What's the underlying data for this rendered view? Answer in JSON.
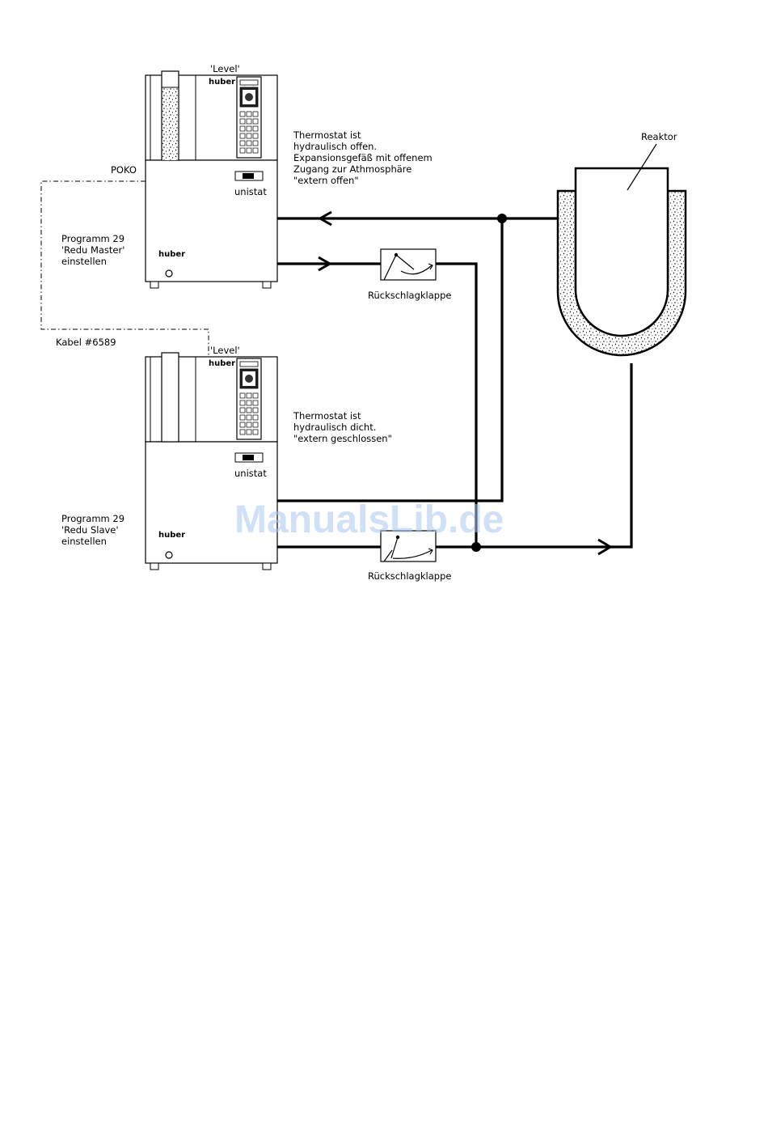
{
  "master": {
    "level_label": "'Level'",
    "brand_top": "huber",
    "brand_bottom": "huber",
    "model": "unistat",
    "poko_label": "POKO",
    "program_lines": [
      "Programm 29",
      "'Redu Master'",
      "einstellen"
    ],
    "note_lines": [
      "Thermostat ist",
      "hydraulisch offen.",
      "Expansionsgefäß mit offenem",
      "Zugang zur Athmosphäre",
      "\"extern offen\""
    ]
  },
  "slave": {
    "level_label": "'Level'",
    "brand_top": "huber",
    "brand_bottom": "huber",
    "model": "unistat",
    "program_lines": [
      "Programm 29",
      "'Redu Slave'",
      "einstellen"
    ],
    "note_lines": [
      "Thermostat ist",
      "hydraulisch dicht.",
      "\"extern geschlossen\""
    ]
  },
  "cable_label": "Kabel #6589",
  "valve_top_label": "Rückschlagklappe",
  "valve_bottom_label": "Rückschlagklappe",
  "reactor_label": "Reaktor",
  "watermark": "ManualsLib.de"
}
